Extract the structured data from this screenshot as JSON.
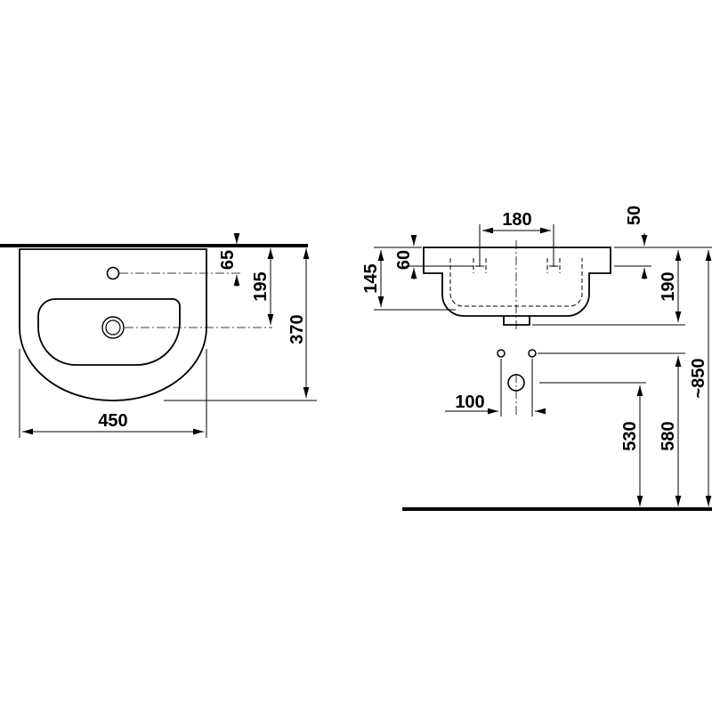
{
  "dimensions": {
    "top_width": "450",
    "top_depth": "370",
    "top_tap_offset": "65",
    "top_drain_offset": "195",
    "side_tap_spacing": "180",
    "side_rim_thickness": "50",
    "side_tap_height": "60",
    "side_body_height": "145",
    "side_rim_to_waste": "190",
    "side_waste_spacing": "100",
    "side_drain_height": "530",
    "side_supply_height": "580",
    "side_total_height": "~850"
  },
  "colors": {
    "line": "#000000",
    "background": "#ffffff"
  }
}
